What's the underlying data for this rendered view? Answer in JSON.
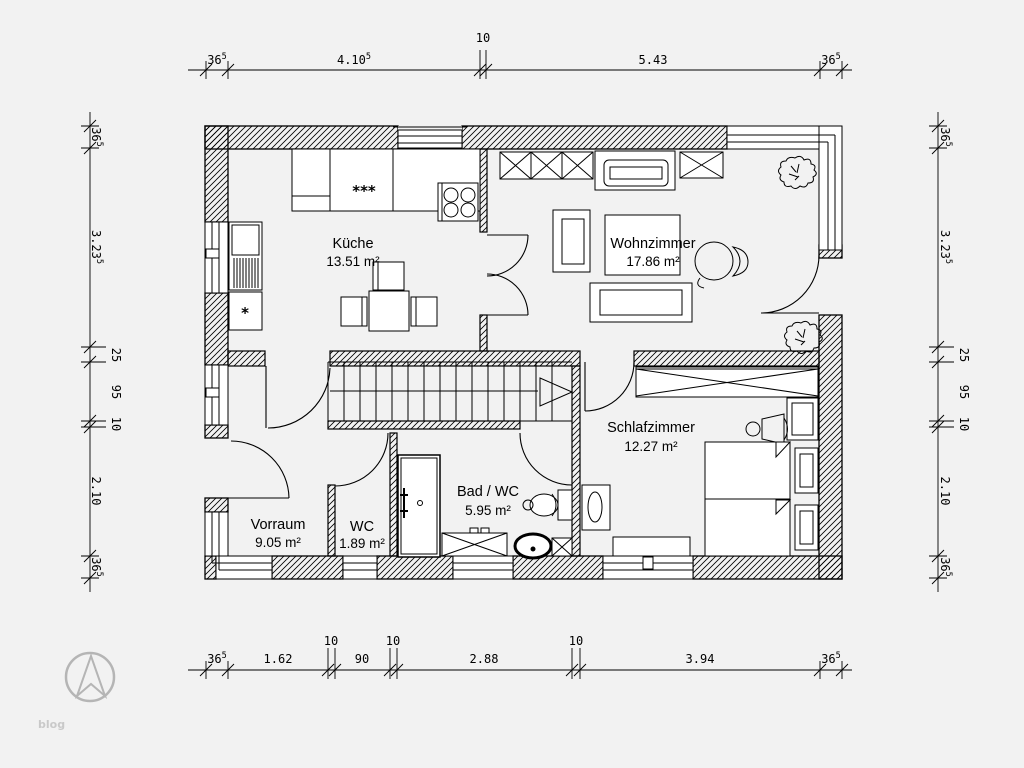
{
  "rooms": {
    "kueche": {
      "name": "Küche",
      "area": "13.51 m²"
    },
    "wohnzimmer": {
      "name": "Wohnzimmer",
      "area": "17.86 m²"
    },
    "schlafzimmer": {
      "name": "Schlafzimmer",
      "area": "12.27 m²"
    },
    "bad": {
      "name": "Bad / WC",
      "area": "5.95 m²"
    },
    "wc": {
      "name": "WC",
      "area": "1.89 m²"
    },
    "vorraum": {
      "name": "Vorraum",
      "area": "9.05 m²"
    }
  },
  "dims": {
    "top": [
      {
        "v": "36",
        "sup": "5"
      },
      {
        "v": "4.10",
        "sup": "5"
      },
      {
        "v": "10"
      },
      {
        "v": "5.43"
      },
      {
        "v": "36",
        "sup": "5"
      }
    ],
    "bottom": [
      {
        "v": "36",
        "sup": "5"
      },
      {
        "v": "1.62"
      },
      {
        "v": "10"
      },
      {
        "v": "90"
      },
      {
        "v": "10"
      },
      {
        "v": "2.88"
      },
      {
        "v": "10"
      },
      {
        "v": "3.94"
      },
      {
        "v": "36",
        "sup": "5"
      }
    ],
    "left": [
      {
        "v": "36",
        "sup": "5"
      },
      {
        "v": "3.23",
        "sup": "5"
      },
      {
        "v": "25"
      },
      {
        "v": "95"
      },
      {
        "v": "10"
      },
      {
        "v": "2.10"
      },
      {
        "v": "36",
        "sup": "5"
      }
    ],
    "right": [
      {
        "v": "36",
        "sup": "5"
      },
      {
        "v": "3.23",
        "sup": "5"
      },
      {
        "v": "25"
      },
      {
        "v": "95"
      },
      {
        "v": "10"
      },
      {
        "v": "2.10"
      },
      {
        "v": "36",
        "sup": "5"
      }
    ]
  },
  "annotations": {
    "stove_symbol": "***",
    "cabinet_symbol": "*",
    "watermark": "blog"
  },
  "colors": {
    "background": "#f2f2f2",
    "line": "#000000",
    "north_arrow": "#b5b5b5",
    "watermark": "#c9c9c9"
  }
}
